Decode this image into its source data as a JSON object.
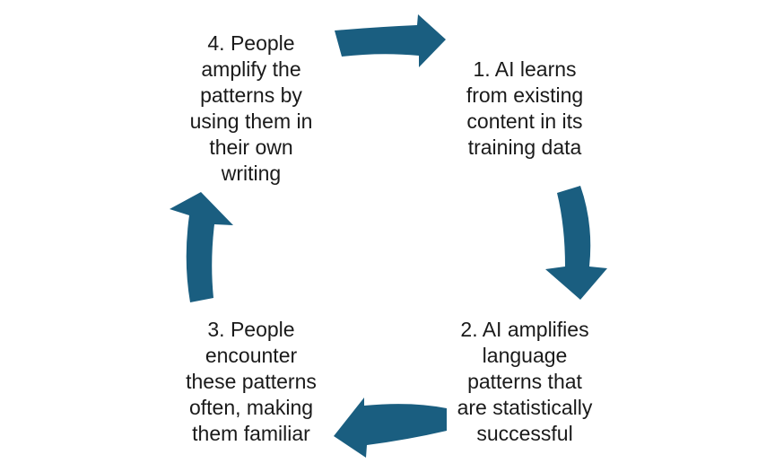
{
  "diagram": {
    "arrow_color": "#1a5e80",
    "text_color": "#1a1a1a",
    "steps": [
      {
        "label": "1. AI learns\nfrom existing\ncontent in its\ntraining data"
      },
      {
        "label": "2. AI amplifies\nlanguage\npatterns that\nare statistically\nsuccessful"
      },
      {
        "label": "3. People\nencounter\nthese patterns\noften, making\nthem familiar"
      },
      {
        "label": "4. People\namplify the\npatterns by\nusing them in\ntheir own\nwriting"
      }
    ],
    "arrows": [
      {
        "icon": "curved-arrow-right-icon",
        "from": "4",
        "to": "1"
      },
      {
        "icon": "curved-arrow-down-icon",
        "from": "1",
        "to": "2"
      },
      {
        "icon": "curved-arrow-left-icon",
        "from": "2",
        "to": "3"
      },
      {
        "icon": "curved-arrow-up-icon",
        "from": "3",
        "to": "4"
      }
    ]
  }
}
